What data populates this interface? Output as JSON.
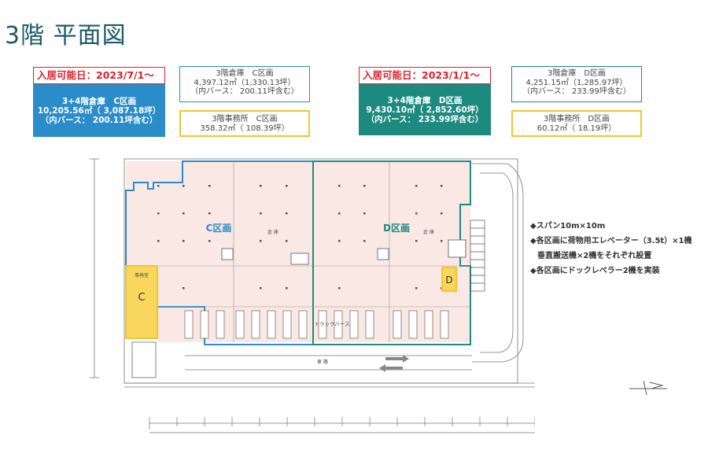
{
  "page": {
    "title": "3階 平面図"
  },
  "zone_c": {
    "move_in": "入居可能日：2023/7/1〜",
    "summary": [
      "3+4階倉庫　C区画",
      "10,205.56㎡（ 3,087.18坪）",
      "（内バース： 200.11坪含む）"
    ],
    "warehouse": [
      "3階倉庫　C区画",
      "4,397.12㎡（1,330.13坪）",
      "（内バース： 200.11坪含む）"
    ],
    "office": [
      "3階事務所　C区画",
      "358.32㎡（ 108.39坪）"
    ]
  },
  "zone_d": {
    "move_in": "入居可能日：2023/1/1〜",
    "summary": [
      "3+4階倉庫　D区画",
      "9,430.10㎡（ 2,852.60坪）",
      "（内バース： 233.99坪含む）"
    ],
    "warehouse": [
      "3階倉庫　D区画",
      "4,251.15㎡（1,285.97坪）",
      "（内バース： 233.99坪含む）"
    ],
    "office": [
      "3階事務所　D区画",
      "60.12㎡（ 18.19坪）"
    ]
  },
  "plan": {
    "zone_c_label": "C区画",
    "zone_d_label": "D区画",
    "warehouse_label": "倉 庫",
    "office_c_label": "C",
    "office_c_small": "事務室",
    "office_d_label": "D",
    "truck_berth": "トラックバース",
    "road": "車 路"
  },
  "features": [
    "◆スパン10m×10m",
    "◆各区画に荷物用エレベーター（3.5t）×1機",
    "垂直搬送機×2機をそれぞれ設置",
    "◆各区画にドックレベラー2機を実装"
  ],
  "colors": {
    "title": "#1e5b66",
    "zone_c_blue": "#2a8cc8",
    "zone_d_teal": "#1d8a80",
    "move_in_red": "#e0202a",
    "office_yellow": "#f4c430",
    "warehouse_pink": "#f9e8e4",
    "plan_outline": "#2a8cc8"
  }
}
